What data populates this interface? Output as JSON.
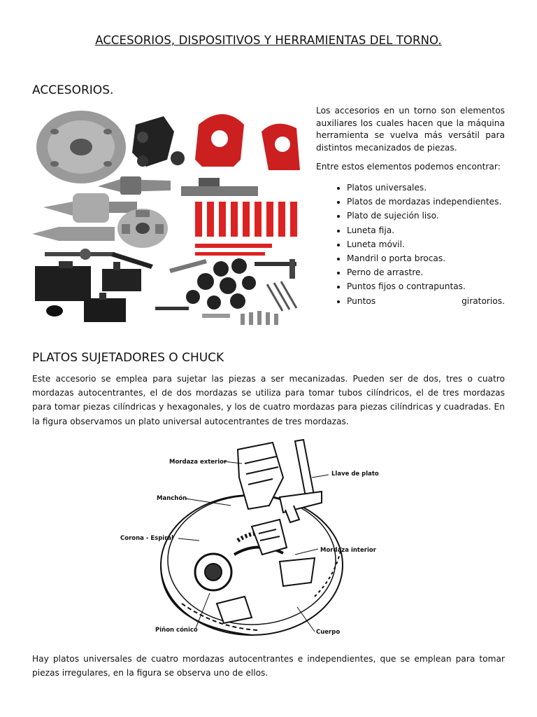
{
  "title": "ACCESORIOS, DISPOSITIVOS Y HERRAMIENTAS DEL TORNO.",
  "sections": {
    "accesorios": {
      "heading": "ACCESORIOS.",
      "intro": "Los accesorios en un torno son elementos auxiliares los cuales hacen que la máquina herramienta se vuelva más versátil para distintos mecanizados de piezas.",
      "list_intro": "Entre estos elementos podemos encontrar:",
      "items": [
        "Platos universales.",
        "Platos de mordazas independientes.",
        "Plato de sujeción liso.",
        "Luneta fija.",
        "Luneta móvil.",
        "Mandril o porta brocas.",
        "Perno de arrastre.",
        "Puntos fijos o contrapuntas.",
        "Puntos giratorios."
      ]
    },
    "platos": {
      "heading": "PLATOS SUJETADORES O CHUCK",
      "paragraph": "Este accesorio se emplea para sujetar las piezas a ser mecanizadas. Pueden ser de dos, tres o cuatro mordazas autocentrantes, el de dos mordazas se utiliza para tomar tubos cilíndricos, el de tres mordazas para tomar piezas cilíndricas y hexagonales, y los de cuatro mordazas para piezas cilíndricas y cuadradas. En la figura observamos un plato universal autocentrantes de tres mordazas.",
      "diagram_labels": {
        "mordaza_exterior": "Mordaza exterior",
        "llave_de_plato": "Llave de plato",
        "manchon": "Manchón",
        "corona_espiral": "Corona - Espiral",
        "mordaza_interior": "Mordaza interior",
        "pinon_conico": "Piñon cónico",
        "cuerpo": "Cuerpo"
      },
      "closing": "Hay platos universales de cuatro mordazas autocentrantes e independientes, que se emplean para tomar piezas irregulares, en la figura se observa uno de ellos."
    }
  }
}
